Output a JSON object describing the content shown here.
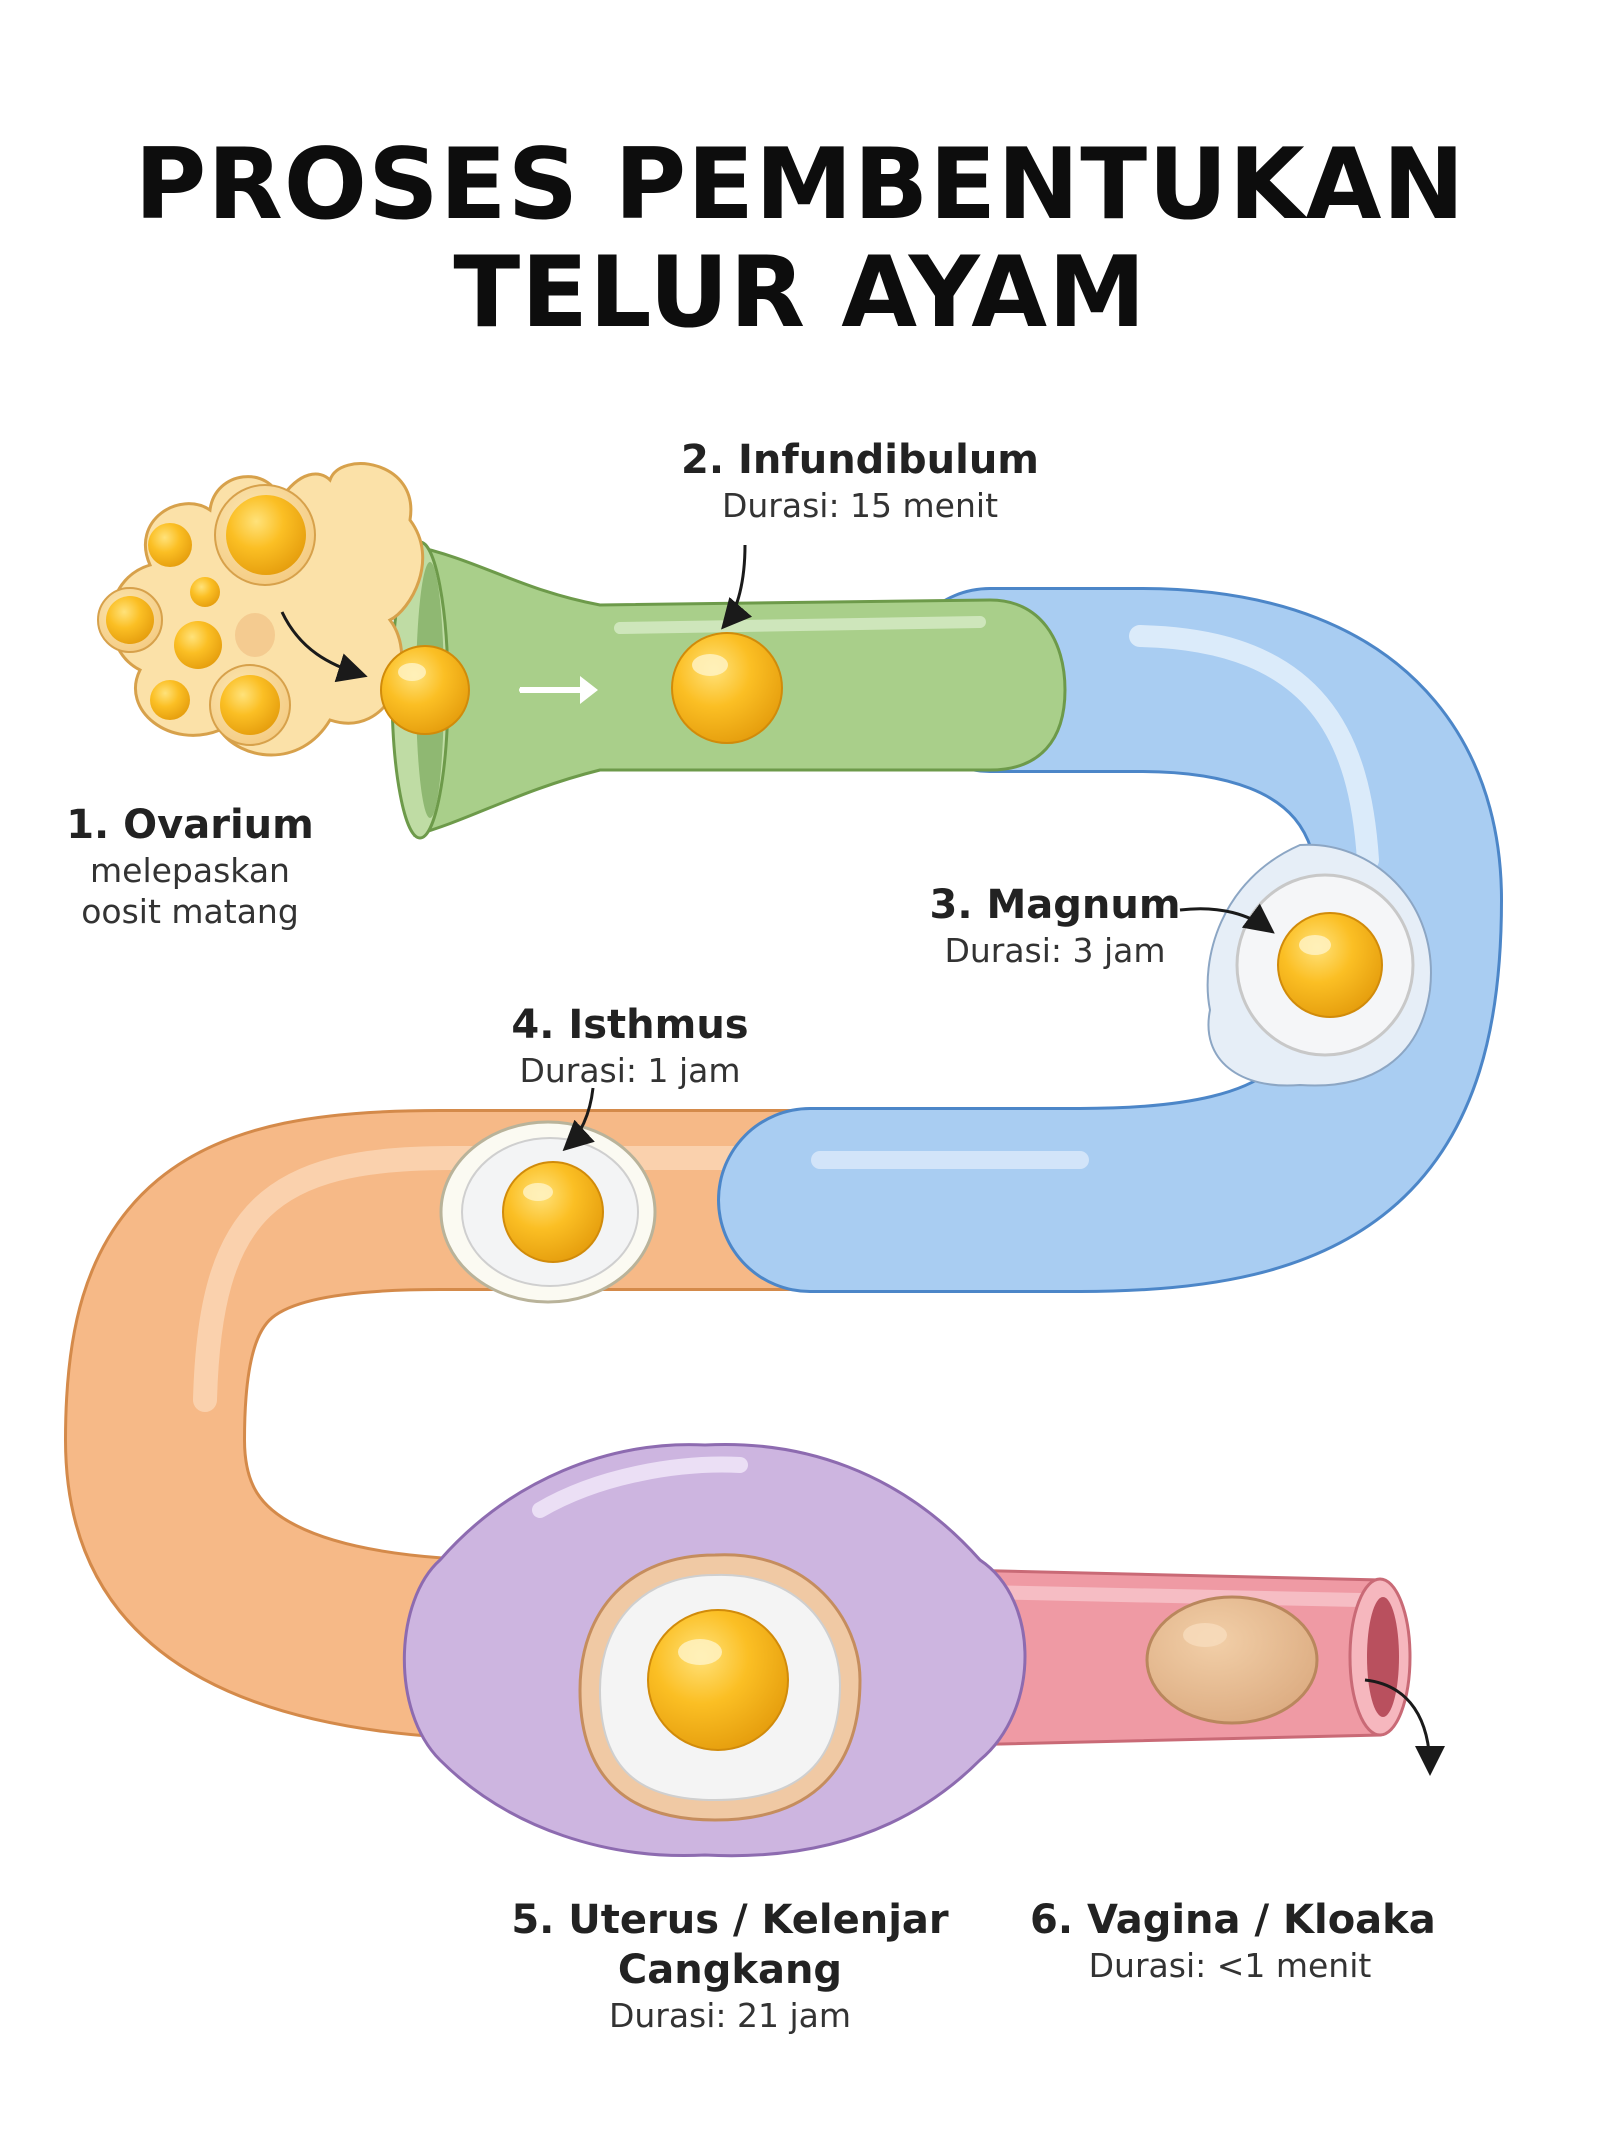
{
  "title": {
    "line1": "PROSES PEMBENTUKAN",
    "line2": "TELUR AYAM"
  },
  "stages": {
    "ovarium": {
      "name": "1. Ovarium",
      "desc_line1": "melepaskan",
      "desc_line2": "oosit matang"
    },
    "infundibulum": {
      "name": "2. Infundibulum",
      "duration": "Durasi: 15 menit"
    },
    "magnum": {
      "name": "3. Magnum",
      "duration": "Durasi: 3 jam"
    },
    "isthmus": {
      "name": "4. Isthmus",
      "duration": "Durasi: 1 jam"
    },
    "uterus": {
      "name_line1": "5. Uterus / Kelenjar",
      "name_line2": "Cangkang",
      "duration": "Durasi: 21 jam"
    },
    "vagina": {
      "name": "6. Vagina / Kloaka",
      "duration": "Durasi: <1 menit"
    }
  },
  "colors": {
    "ovary": "#f5c77a",
    "infundibulum": "#a9cf8a",
    "magnum": "#a9cdf2",
    "isthmus": "#f6b987",
    "uterus": "#cdb5e0",
    "vagina": "#ef9aa4",
    "yolk": "#f7b51a",
    "albumen": "#f3f4f5",
    "shell": "#e8b98e"
  }
}
